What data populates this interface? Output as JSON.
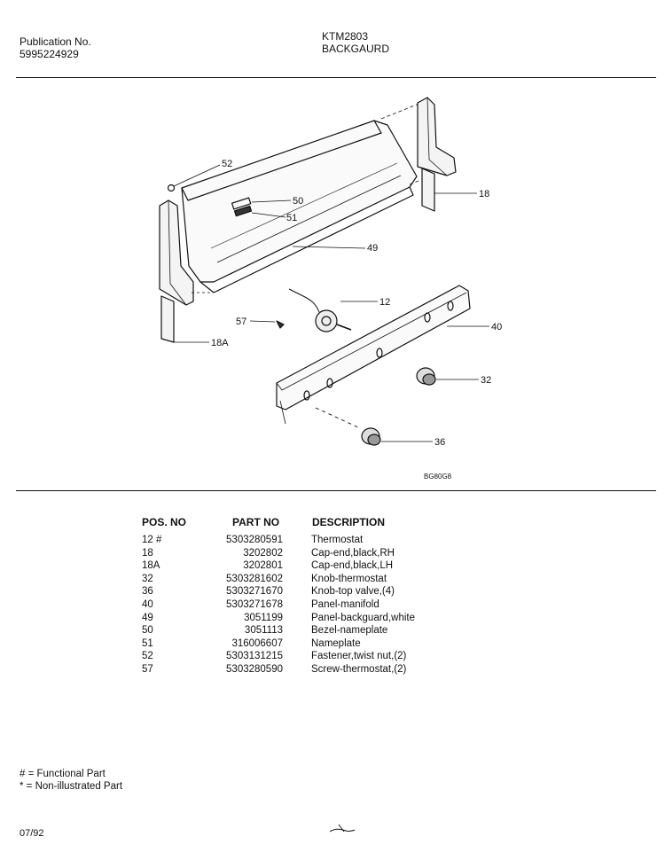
{
  "header": {
    "publication_label": "Publication No.",
    "publication_number": "5995224929",
    "model": "KTM2803",
    "section": "BACKGAURD"
  },
  "diagram": {
    "callouts": [
      "52",
      "50",
      "51",
      "49",
      "18",
      "12",
      "57",
      "40",
      "18A",
      "32",
      "36"
    ],
    "drawing_code": "BG80G8"
  },
  "table": {
    "headers": [
      "POS. NO",
      "PART NO",
      "DESCRIPTION"
    ],
    "rows": [
      {
        "pos": "12 #",
        "part": "5303280591",
        "desc": "Thermostat"
      },
      {
        "pos": "18",
        "part": "3202802",
        "desc": "Cap-end,black,RH"
      },
      {
        "pos": "18A",
        "part": "3202801",
        "desc": "Cap-end,black,LH"
      },
      {
        "pos": "32",
        "part": "5303281602",
        "desc": "Knob-thermostat"
      },
      {
        "pos": "36",
        "part": "5303271670",
        "desc": "Knob-top valve,(4)"
      },
      {
        "pos": "40",
        "part": "5303271678",
        "desc": "Panel-manifold"
      },
      {
        "pos": "49",
        "part": "3051199",
        "desc": "Panel-backguard,white"
      },
      {
        "pos": "50",
        "part": "3051113",
        "desc": "Bezel-nameplate"
      },
      {
        "pos": "51",
        "part": "316006607",
        "desc": "Nameplate"
      },
      {
        "pos": "52",
        "part": "5303131215",
        "desc": "Fastener,twist nut,(2)"
      },
      {
        "pos": "57",
        "part": "5303280590",
        "desc": "Screw-thermostat,(2)"
      }
    ]
  },
  "legend": {
    "functional": "# = Functional Part",
    "non_illustrated": "* = Non-illustrated Part"
  },
  "footer": {
    "date": "07/92"
  }
}
